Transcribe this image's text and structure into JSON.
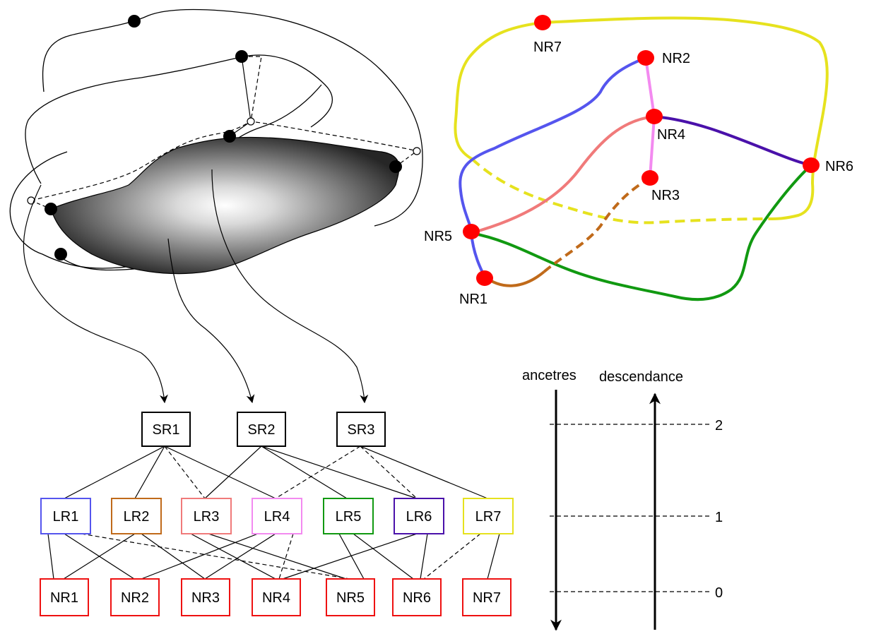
{
  "map_labels": {
    "nr1": "NR1",
    "nr2": "NR2",
    "nr3": "NR3",
    "nr4": "NR4",
    "nr5": "NR5",
    "nr6": "NR6",
    "nr7": "NR7"
  },
  "hierarchy": {
    "super_regions": [
      "SR1",
      "SR2",
      "SR3"
    ],
    "large_regions": [
      "LR1",
      "LR2",
      "LR3",
      "LR4",
      "LR5",
      "LR6",
      "LR7"
    ],
    "nodes": [
      "NR1",
      "NR2",
      "NR3",
      "NR4",
      "NR5",
      "NR6",
      "NR7"
    ]
  },
  "axis": {
    "ancestors_label": "ancetres",
    "descendants_label": "descendance",
    "level_2": "2",
    "level_1": "1",
    "level_0": "0"
  },
  "colors": {
    "lr1": "#5555ee",
    "lr2": "#c06a1a",
    "lr3": "#f07a7a",
    "lr4": "#f38af0",
    "lr5": "#119911",
    "lr6": "#4a11aa",
    "lr7": "#e6e21e",
    "node_red": "#ee1111",
    "map_dot": "#ff0000"
  }
}
